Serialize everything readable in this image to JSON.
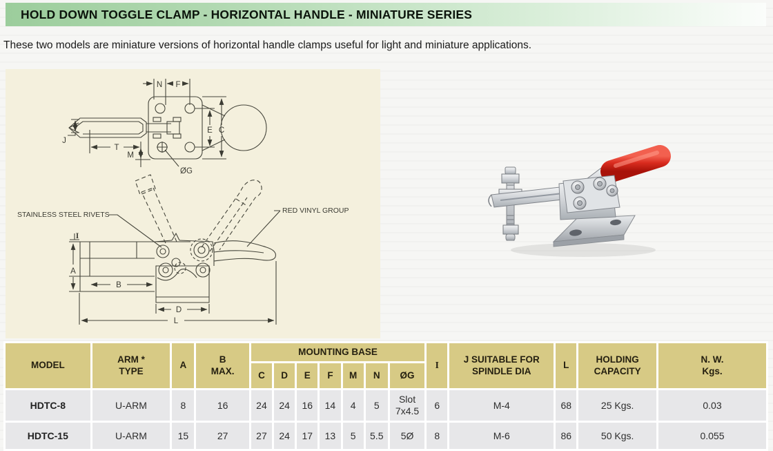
{
  "header": {
    "title": "HOLD DOWN TOGGLE CLAMP - HORIZONTAL HANDLE - MINIATURE SERIES",
    "description": "These two models are miniature versions of horizontal handle clamps useful for light and miniature applications."
  },
  "diagram": {
    "top_view": {
      "n": "N",
      "f": "F",
      "j": "J",
      "t": "T",
      "m": "M",
      "og": "ØG",
      "e": "E",
      "c": "C"
    },
    "side_view": {
      "rivets_label": "STAINLESS STEEL RIVETS",
      "vinyl_label": "RED VINYL GROUP",
      "i": "I",
      "a": "A",
      "b": "B",
      "d": "D",
      "l": "L"
    }
  },
  "table": {
    "columns": {
      "model": "MODEL",
      "arm_type": "ARM *\nTYPE",
      "a": "A",
      "b_max": "B\nMAX.",
      "mounting_base": "MOUNTING BASE",
      "sub": [
        "C",
        "D",
        "E",
        "F",
        "M",
        "N",
        "ØG"
      ],
      "i": "I",
      "j": "J SUITABLE FOR\nSPINDLE DIA",
      "l": "L",
      "holding": "HOLDING\nCAPACITY",
      "nw": "N. W.\nKgs."
    },
    "rows": [
      {
        "model": "HDTC-8",
        "arm_type": "U-ARM",
        "a": "8",
        "b_max": "16",
        "c": "24",
        "d": "24",
        "e": "16",
        "f": "14",
        "m": "4",
        "n": "5",
        "og": "Slot\n7x4.5",
        "i": "6",
        "j": "M-4",
        "l": "68",
        "holding": "25 Kgs.",
        "nw": "0.03"
      },
      {
        "model": "HDTC-15",
        "arm_type": "U-ARM",
        "a": "15",
        "b_max": "27",
        "c": "27",
        "d": "24",
        "e": "17",
        "f": "13",
        "m": "5",
        "n": "5.5",
        "og": "5Ø",
        "i": "8",
        "j": "M-6",
        "l": "86",
        "holding": "50 Kgs.",
        "nw": "0.055"
      }
    ]
  },
  "colors": {
    "header_green": "#9ccd9c",
    "table_header_khaki": "#d7ca85",
    "table_row_gray": "#e7e7e9",
    "panel_cream": "#f4f0dd",
    "handle_red": "#d92b1e"
  }
}
